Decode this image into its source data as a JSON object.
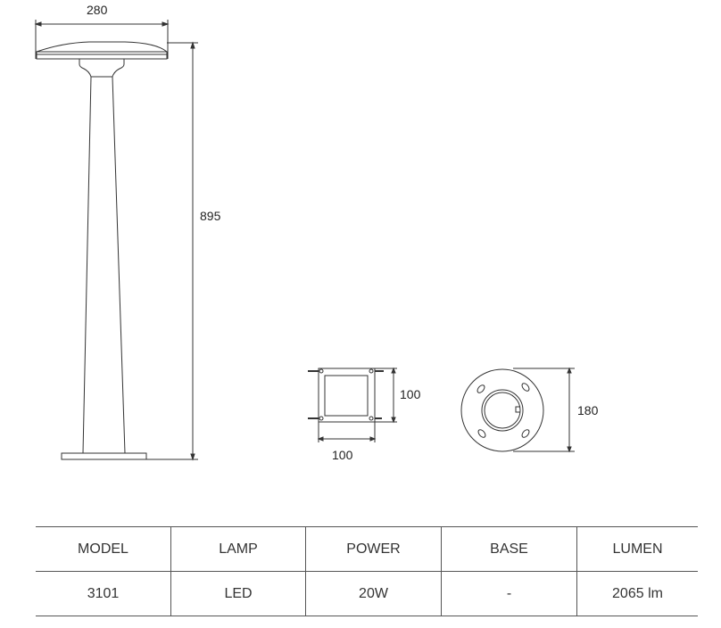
{
  "drawing": {
    "side_view": {
      "width_label": "280",
      "height_label": "895"
    },
    "square_base": {
      "width_label": "100",
      "height_label": "100"
    },
    "round_base": {
      "diameter_label": "180"
    }
  },
  "spec_table": {
    "headers": [
      "MODEL",
      "LAMP",
      "POWER",
      "BASE",
      "LUMEN"
    ],
    "rows": [
      [
        "3101",
        "LED",
        "20W",
        "-",
        "2065 lm"
      ]
    ]
  }
}
